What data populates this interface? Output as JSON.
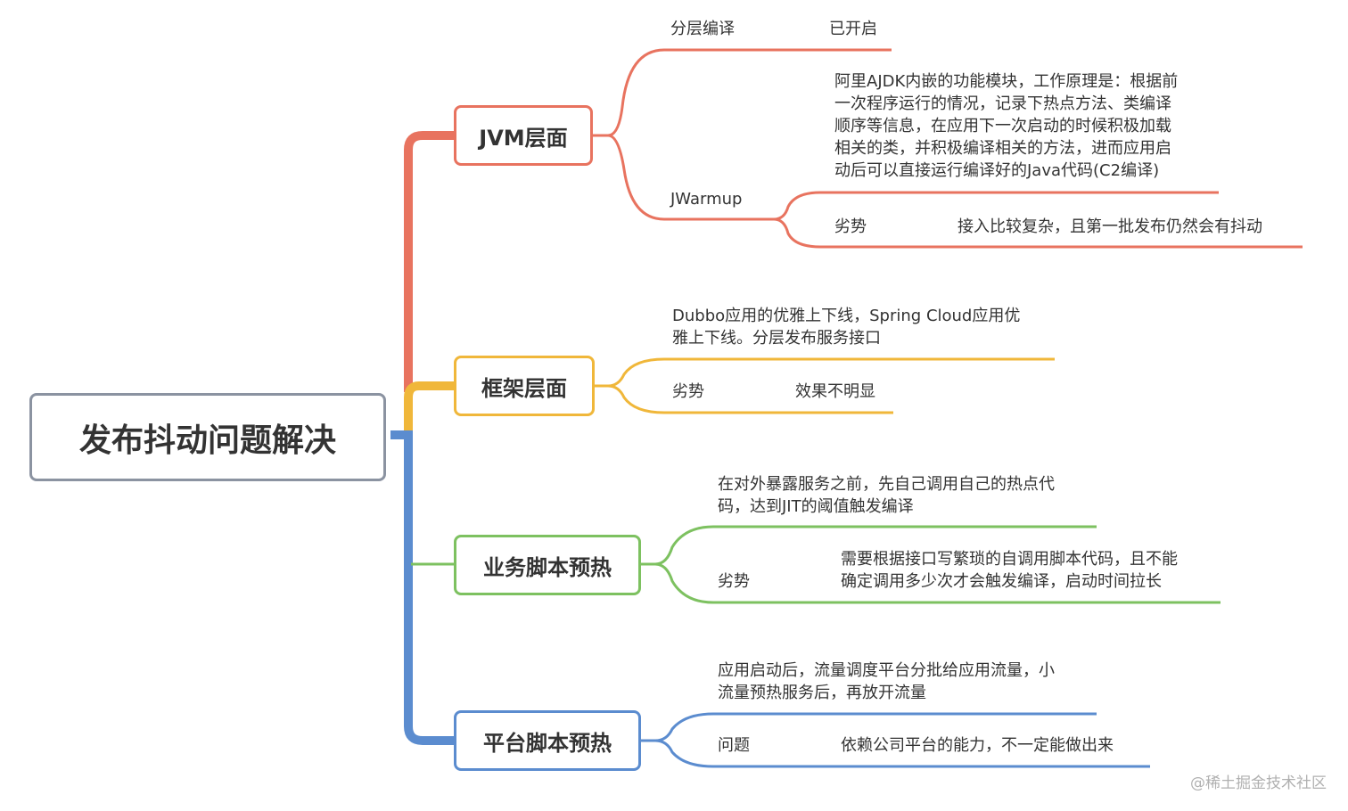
{
  "root": {
    "label": "发布抖动问题解决"
  },
  "colors": {
    "jvm": "#e8735f",
    "framework": "#f0b73a",
    "business": "#7dc160",
    "platform": "#5b8ccf",
    "root_border": "#8b93a1"
  },
  "branches": [
    {
      "label": "JVM层面",
      "items": [
        {
          "label": "分层编译",
          "value": "已开启"
        },
        {
          "label": "JWarmup",
          "description": [
            "阿里AJDK内嵌的功能模块，工作原理是：根据前",
            "一次程序运行的情况，记录下热点方法、类编译",
            "顺序等信息，在应用下一次启动的时候积极加载",
            "相关的类，并积极编译相关的方法，进而应用启",
            "动后可以直接运行编译好的Java代码(C2编译)"
          ],
          "drawback_label": "劣势",
          "drawback": "接入比较复杂，且第一批发布仍然会有抖动"
        }
      ]
    },
    {
      "label": "框架层面",
      "description": [
        "Dubbo应用的优雅上下线，Spring Cloud应用优",
        "雅上下线。分层发布服务接口"
      ],
      "drawback_label": "劣势",
      "drawback": "效果不明显"
    },
    {
      "label": "业务脚本预热",
      "description": [
        "在对外暴露服务之前，先自己调用自己的热点代",
        "码，达到JIT的阈值触发编译"
      ],
      "drawback_label": "劣势",
      "drawback": [
        "需要根据接口写繁琐的自调用脚本代码，且不能",
        "确定调用多少次才会触发编译，启动时间拉长"
      ]
    },
    {
      "label": "平台脚本预热",
      "description": [
        "应用启动后，流量调度平台分批给应用流量，小",
        "流量预热服务后，再放开流量"
      ],
      "drawback_label": "问题",
      "drawback": "依赖公司平台的能力，不一定能做出来"
    }
  ],
  "watermark": "@稀土掘金技术社区"
}
